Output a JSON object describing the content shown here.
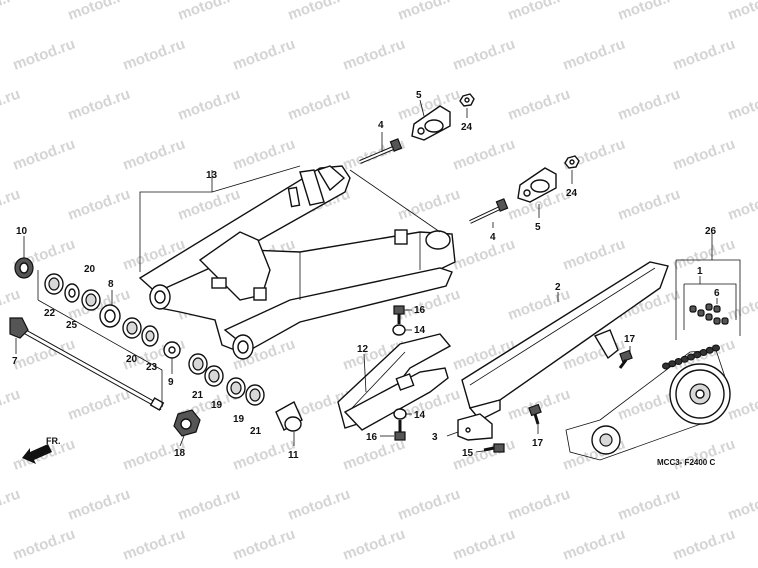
{
  "watermark": "motod.ru",
  "diagram_code": "MCC3- F2400 C",
  "front_arrow_label": "FR.",
  "callouts": {
    "c1": "1",
    "c2": "2",
    "c3": "3",
    "c4a": "4",
    "c4b": "4",
    "c5a": "5",
    "c5b": "5",
    "c6": "6",
    "c7": "7",
    "c8": "8",
    "c9": "9",
    "c10": "10",
    "c11": "11",
    "c12": "12",
    "c13": "13",
    "c14a": "14",
    "c14b": "14",
    "c15": "15",
    "c16a": "16",
    "c16b": "16",
    "c17a": "17",
    "c17b": "17",
    "c18": "18",
    "c19a": "19",
    "c19b": "19",
    "c20a": "20",
    "c20b": "20",
    "c21a": "21",
    "c21b": "21",
    "c22": "22",
    "c23": "23",
    "c24a": "24",
    "c24b": "24",
    "c25": "25",
    "c26": "26"
  }
}
